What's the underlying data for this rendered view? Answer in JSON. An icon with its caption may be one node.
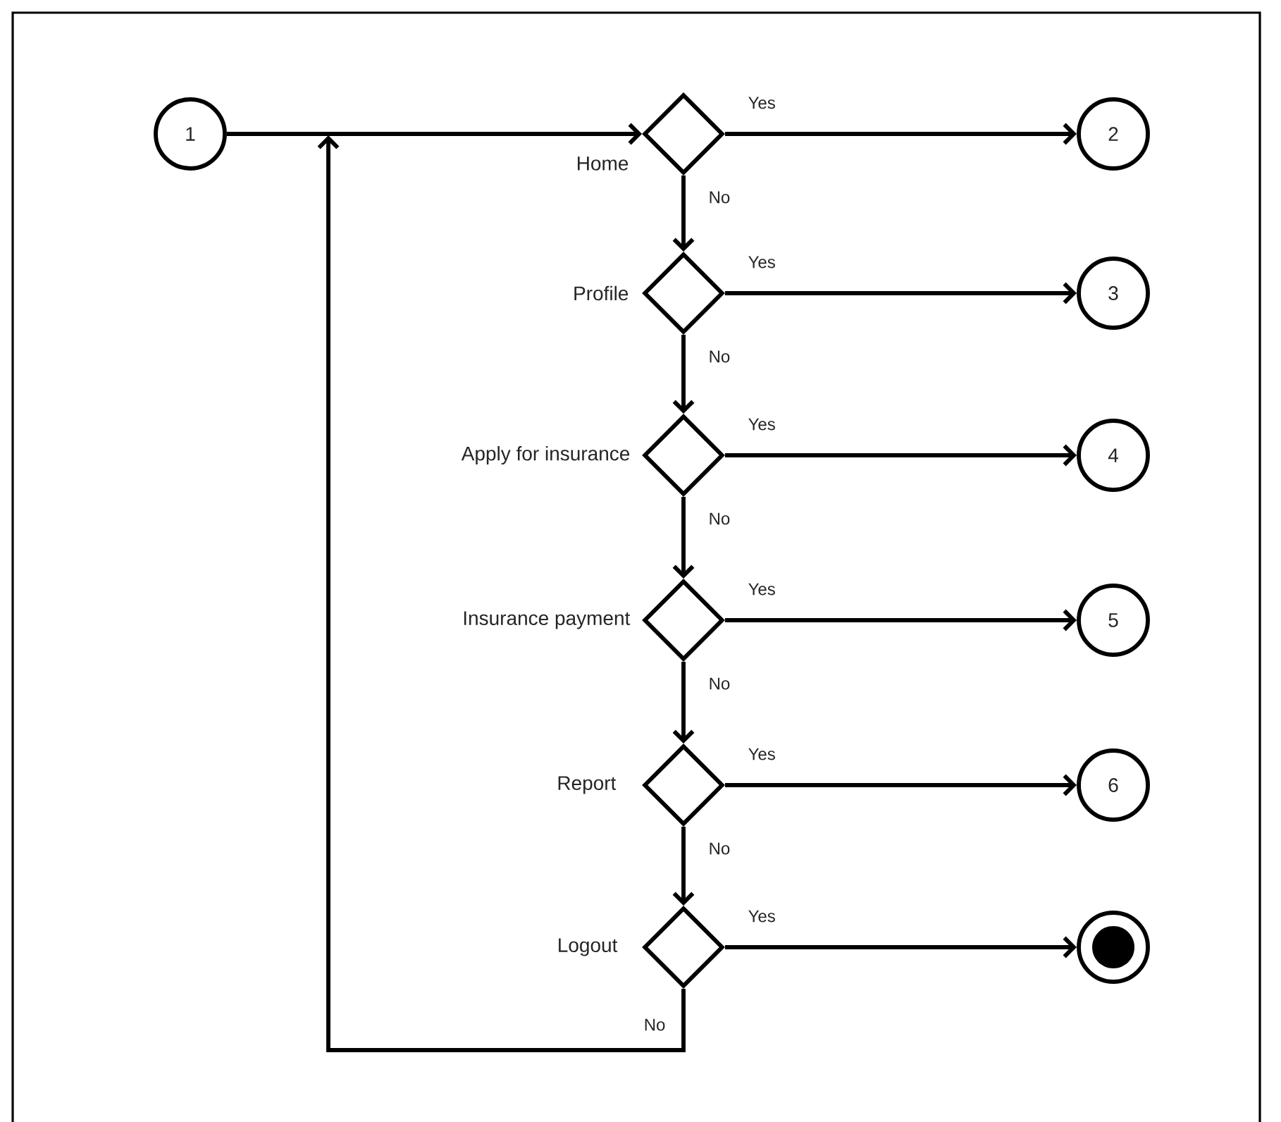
{
  "diagram": {
    "nodes": [
      {
        "text": [
          "1"
        ]
      },
      {
        "text": [],
        "shape": "diamond",
        "beside": [
          "Home"
        ]
      },
      {
        "text": [
          "2"
        ]
      },
      {
        "text": [],
        "shape": "diamond",
        "beside": [
          "Profile"
        ]
      },
      {
        "text": [
          "3"
        ]
      },
      {
        "text": [],
        "shape": "diamond",
        "beside": [
          "Apply for insurance"
        ]
      },
      {
        "text": [
          "4"
        ]
      },
      {
        "text": [],
        "shape": "diamond",
        "beside": [
          "Insurance payment"
        ]
      },
      {
        "text": [
          "5"
        ]
      },
      {
        "text": [],
        "shape": "diamond",
        "beside": [
          "Report"
        ]
      },
      {
        "text": [
          "6"
        ]
      },
      {
        "text": [],
        "shape": "diamond",
        "beside": [
          "Logout"
        ]
      },
      {
        "text": [],
        "shape": "bullseye"
      }
    ],
    "edges": [
      {
        "from": 0,
        "to": 1,
        "arrow": "to"
      },
      {
        "from": 1,
        "to": 2,
        "arrow": "to",
        "label": "Yes"
      },
      {
        "from": 1,
        "to": 3,
        "arrow": "to",
        "label": "No"
      },
      {
        "from": 3,
        "to": 4,
        "arrow": "to",
        "label": "Yes"
      },
      {
        "from": 3,
        "to": 5,
        "arrow": "to",
        "label": "No"
      },
      {
        "from": 5,
        "to": 6,
        "arrow": "to",
        "label": "Yes"
      },
      {
        "from": 5,
        "to": 7,
        "arrow": "to",
        "label": "No"
      },
      {
        "from": 7,
        "to": 8,
        "arrow": "to",
        "label": "Yes"
      },
      {
        "from": 7,
        "to": 9,
        "arrow": "to",
        "label": "No"
      },
      {
        "from": 9,
        "to": 10,
        "arrow": "to",
        "label": "Yes"
      },
      {
        "from": 9,
        "to": 11,
        "arrow": "to",
        "label": "No"
      },
      {
        "from": 11,
        "to": 12,
        "arrow": "to",
        "label": "Yes"
      },
      {
        "from": 11,
        "to": 1,
        "arrow": "to",
        "label": "No"
      }
    ]
  }
}
